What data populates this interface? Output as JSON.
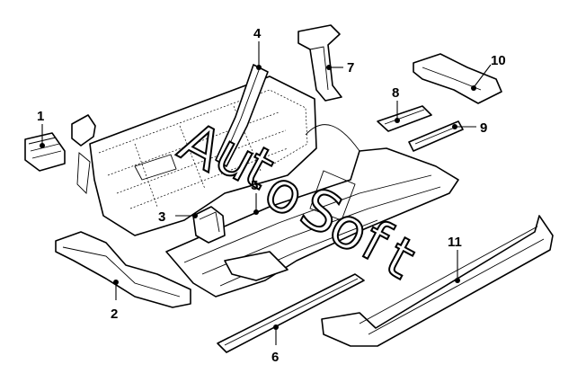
{
  "callouts": [
    "1",
    "2",
    "3",
    "4",
    "5",
    "6",
    "7",
    "8",
    "9",
    "10",
    "11"
  ],
  "watermark": [
    "A",
    "u",
    "t",
    "o",
    "S",
    "o",
    "f",
    "t"
  ]
}
